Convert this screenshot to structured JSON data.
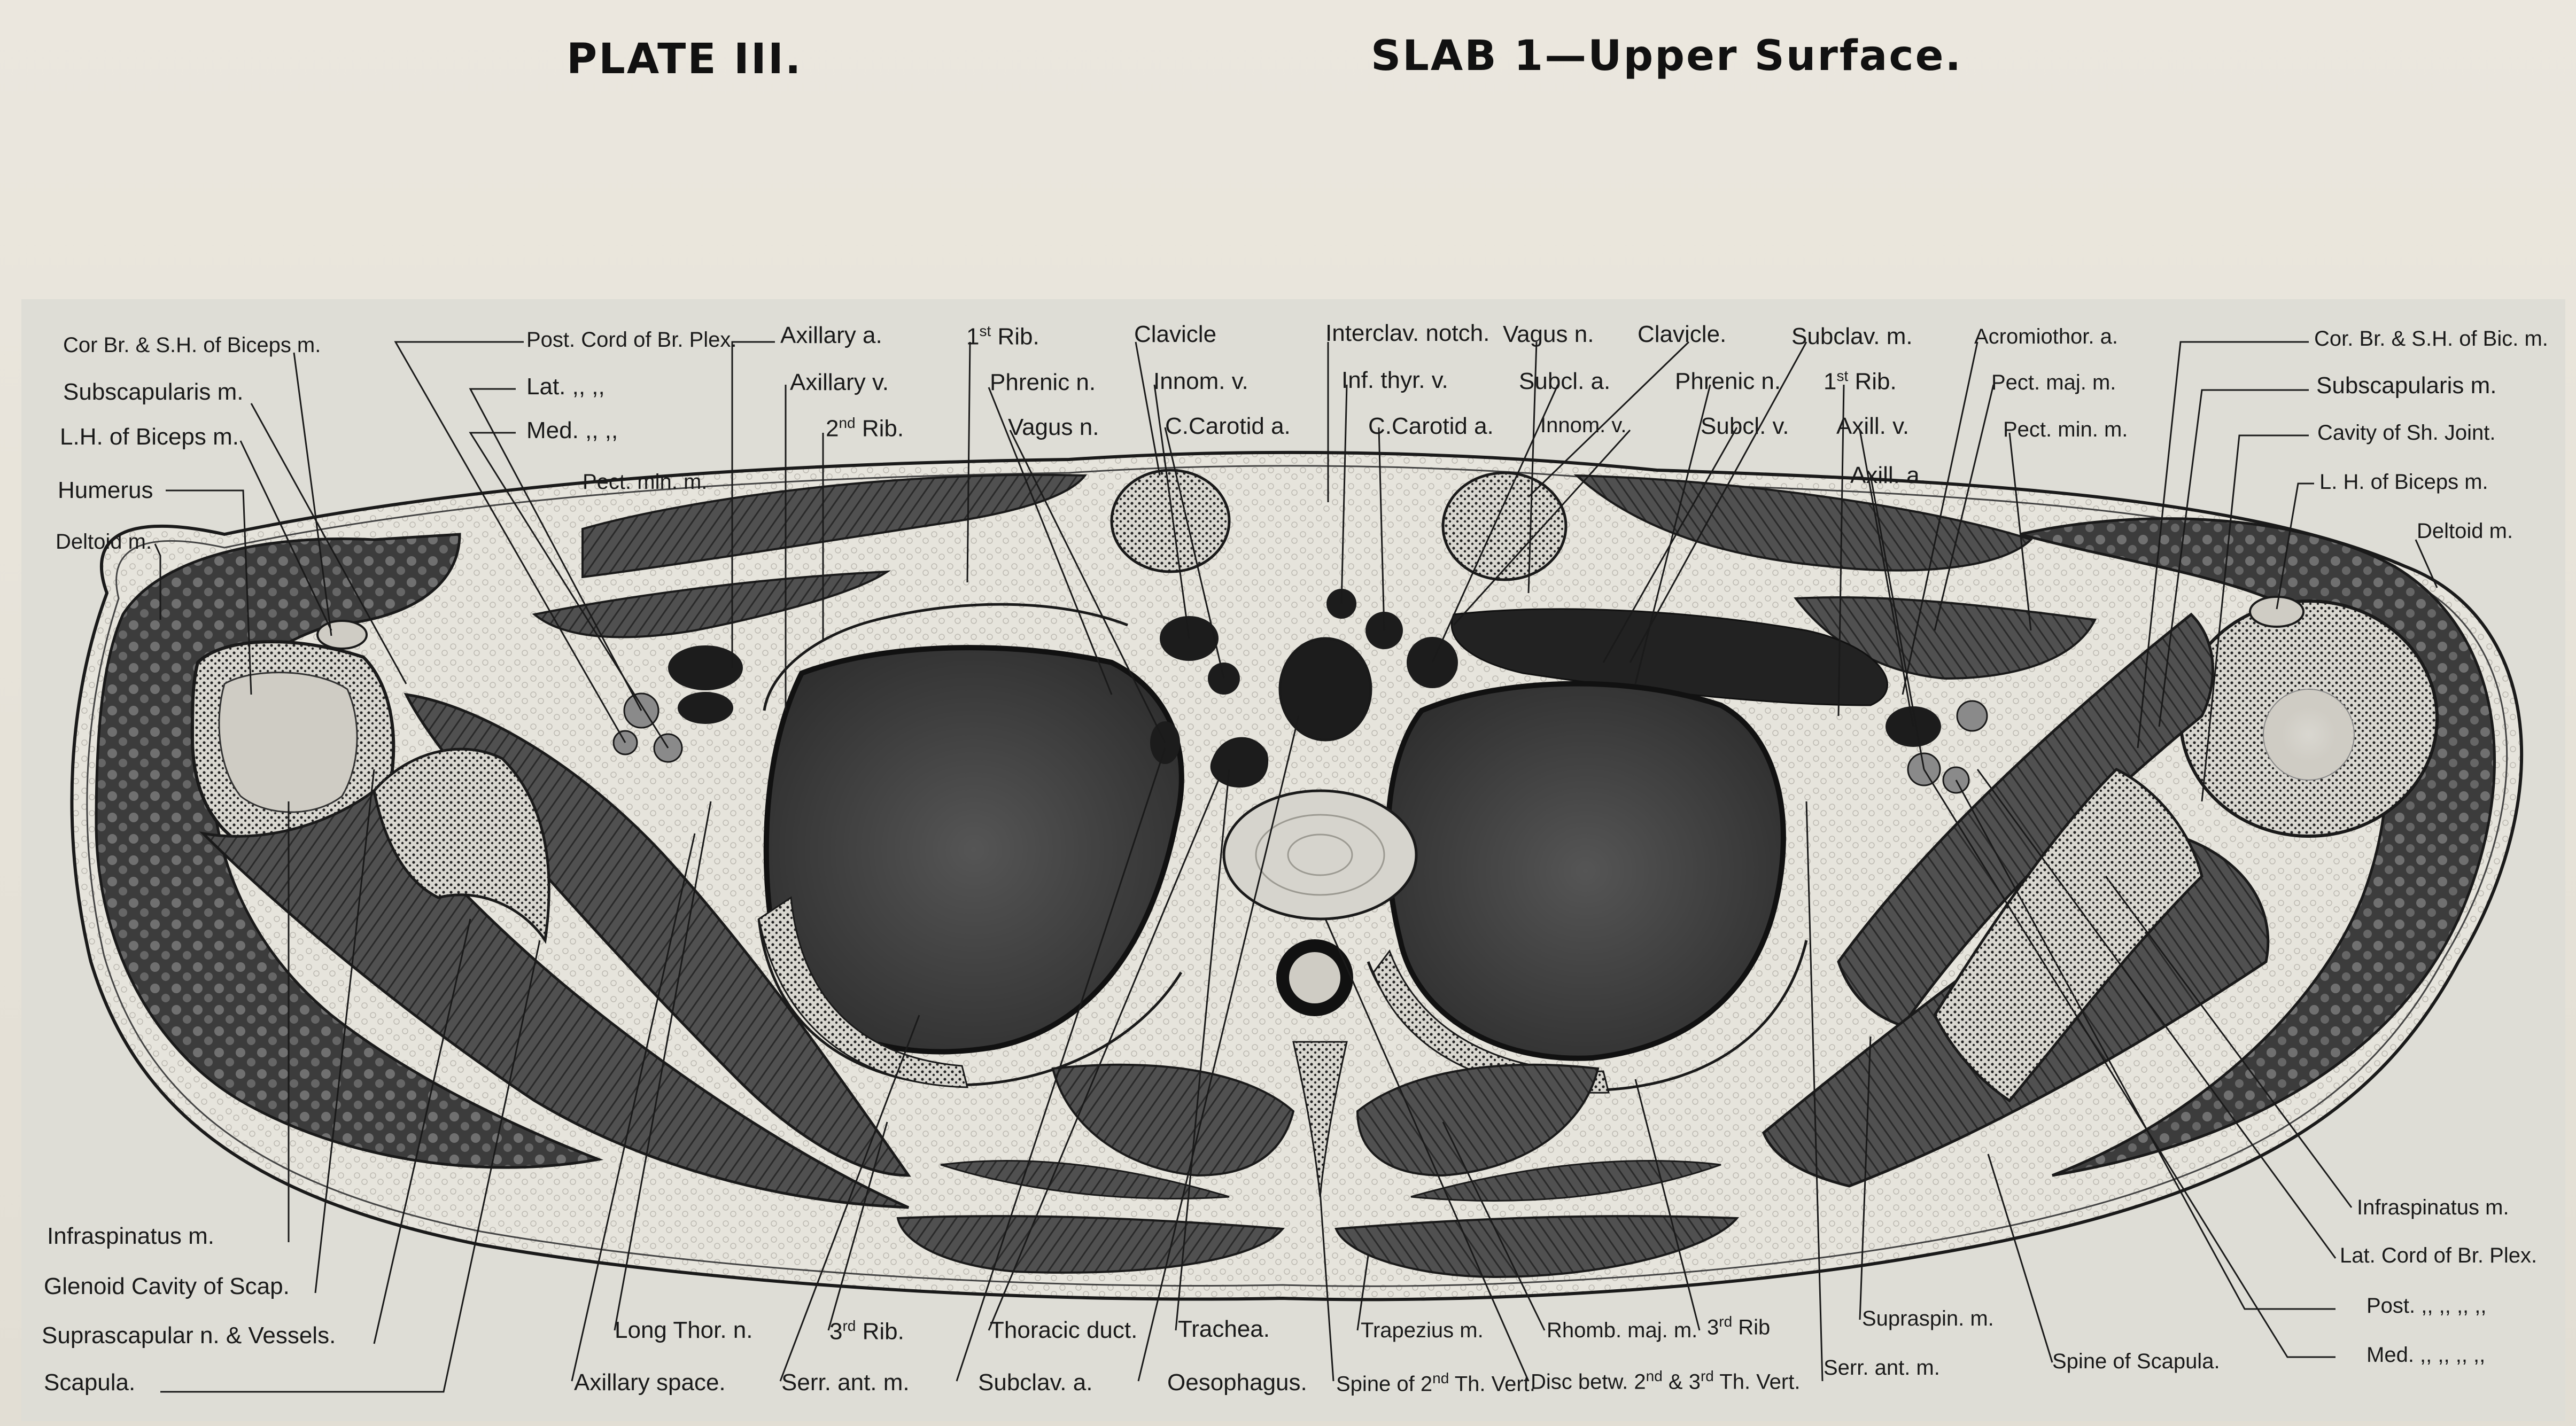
{
  "header": {
    "plate": "PLATE III.",
    "slab": "SLAB 1—Upper Surface."
  },
  "colors": {
    "paper": "#e9e5dc",
    "panel": "#deddd6",
    "ink": "#1a1a1a",
    "lung": "#3e3e3e",
    "muscle": "#4a4a4a"
  },
  "labels": {
    "cor_br_biceps_left": "Cor Br. & S.H. of Biceps m.",
    "subscapularis_left": "Subscapularis m.",
    "lh_biceps_left": "L.H. of Biceps m.",
    "humerus": "Humerus",
    "deltoid_left": "Deltoid m.",
    "post_cord": "Post. Cord of Br. Plex.",
    "lat_cord": "Lat.   ,,     ,,",
    "med_cord": "Med.  ,,     ,,",
    "pect_min_left": "Pect. min. m.",
    "axillary_a": "Axillary a.",
    "axillary_v": "Axillary v.",
    "rib2_top": "2nd Rib.",
    "rib1_left": "1st Rib.",
    "phrenic_left": "Phrenic n.",
    "vagus_left": "Vagus n.",
    "clavicle_left": "Clavicle",
    "innom_v_left": "Innom. v.",
    "c_carotid_left": "C.Carotid a.",
    "interclav_notch": "Interclav. notch.",
    "inf_thyr_v": "Inf. thyr. v.",
    "c_carotid_right": "C.Carotid a.",
    "vagus_right": "Vagus n.",
    "subcl_a_right": "Subcl. a.",
    "innom_v_right": "Innom. v.",
    "clavicle_right": "Clavicle.",
    "phrenic_right": "Phrenic n.",
    "subcl_v_right": "Subcl. v.",
    "subclav_m": "Subclav. m.",
    "rib1_right": "1st Rib.",
    "axill_v_right": "Axill. v.",
    "axill_a_right": "Axill. a.",
    "acromiothor_a": "Acromiothor. a.",
    "pect_maj_right": "Pect. maj. m.",
    "pect_min_right": "Pect. min. m.",
    "cor_br_bic_right": "Cor. Br. & S.H. of Bic. m.",
    "subscapularis_right": "Subscapularis m.",
    "cavity_sh_joint": "Cavity of Sh. Joint.",
    "lh_biceps_right": "L. H. of Biceps m.",
    "deltoid_right": "Deltoid m.",
    "infraspinatus_left": "Infraspinatus m.",
    "glenoid_cavity": "Glenoid Cavity of Scap.",
    "suprascapular": "Suprascapular n. & Vessels.",
    "scapula": "Scapula.",
    "long_thor_n": "Long Thor. n.",
    "axillary_space": "Axillary space.",
    "rib3_left": "3rd Rib.",
    "serr_ant_left": "Serr. ant. m.",
    "thoracic_duct": "Thoracic duct.",
    "subclav_a_bottom": "Subclav. a.",
    "trachea": "Trachea.",
    "oesophagus": "Oesophagus.",
    "trapezius": "Trapezius m.",
    "spine_2nd_th": "Spine of 2nd Th. Vert.",
    "rhomb_maj": "Rhomb. maj. m.",
    "rib3_right": "3rd Rib.",
    "disc_betw": "Disc betw. 2nd & 3rd Th. Vert.",
    "supraspin": "Supraspin. m.",
    "serr_ant_right": "Serr. ant. m.",
    "spine_scapula": "Spine of Scapula.",
    "infraspinatus_right": "Infraspinatus m.",
    "lat_cord_right": "Lat. Cord of Br. Plex.",
    "post_right": "Post.  ,,  ,,  ,,  ,,",
    "med_right": "Med.  ,,  ,,  ,,  ,,"
  }
}
